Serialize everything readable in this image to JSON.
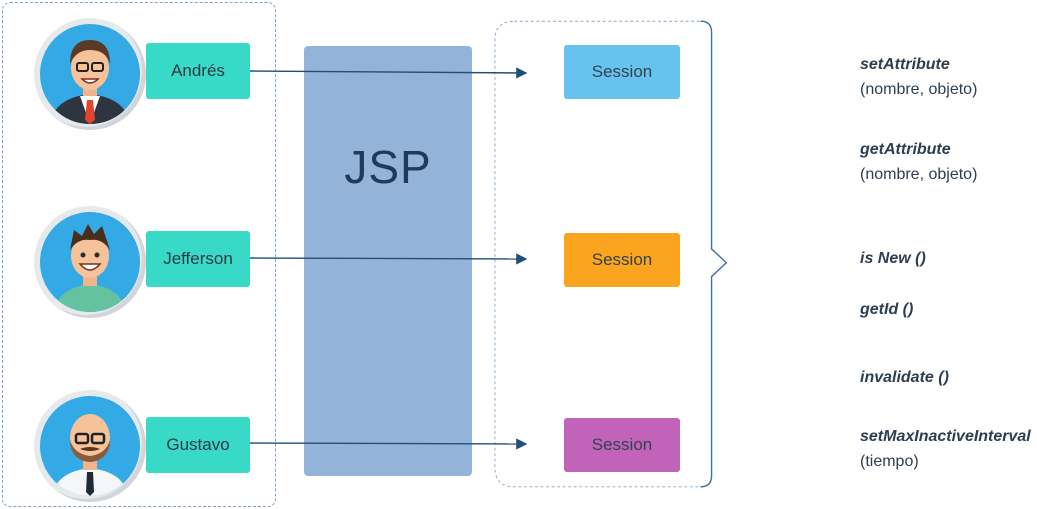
{
  "diagram": {
    "jsp_label": "JSP",
    "users": [
      {
        "name": "Andrés",
        "avatar": "man-suit-glasses-icon"
      },
      {
        "name": "Jefferson",
        "avatar": "young-man-smiling-icon"
      },
      {
        "name": "Gustavo",
        "avatar": "bald-man-glasses-mustache-icon"
      }
    ],
    "sessions": [
      {
        "label": "Session",
        "color": "#66c3f0"
      },
      {
        "label": "Session",
        "color": "#fba51f"
      },
      {
        "label": "Session",
        "color": "#c063b9"
      }
    ],
    "methods": [
      {
        "name": "setAttribute",
        "args": "(nombre, objeto)"
      },
      {
        "name": "getAttribute",
        "args": "(nombre, objeto)"
      },
      {
        "name": "is New ()",
        "args": ""
      },
      {
        "name": "getId ()",
        "args": ""
      },
      {
        "name": "invalidate ()",
        "args": ""
      },
      {
        "name": "setMaxInactiveInterval",
        "args": "(tiempo)"
      }
    ],
    "colors": {
      "name_tag": "#38dac7",
      "jsp_column": "#94b3d9",
      "arrow": "#1f4e79",
      "container_border": "#7fa3c7"
    }
  }
}
